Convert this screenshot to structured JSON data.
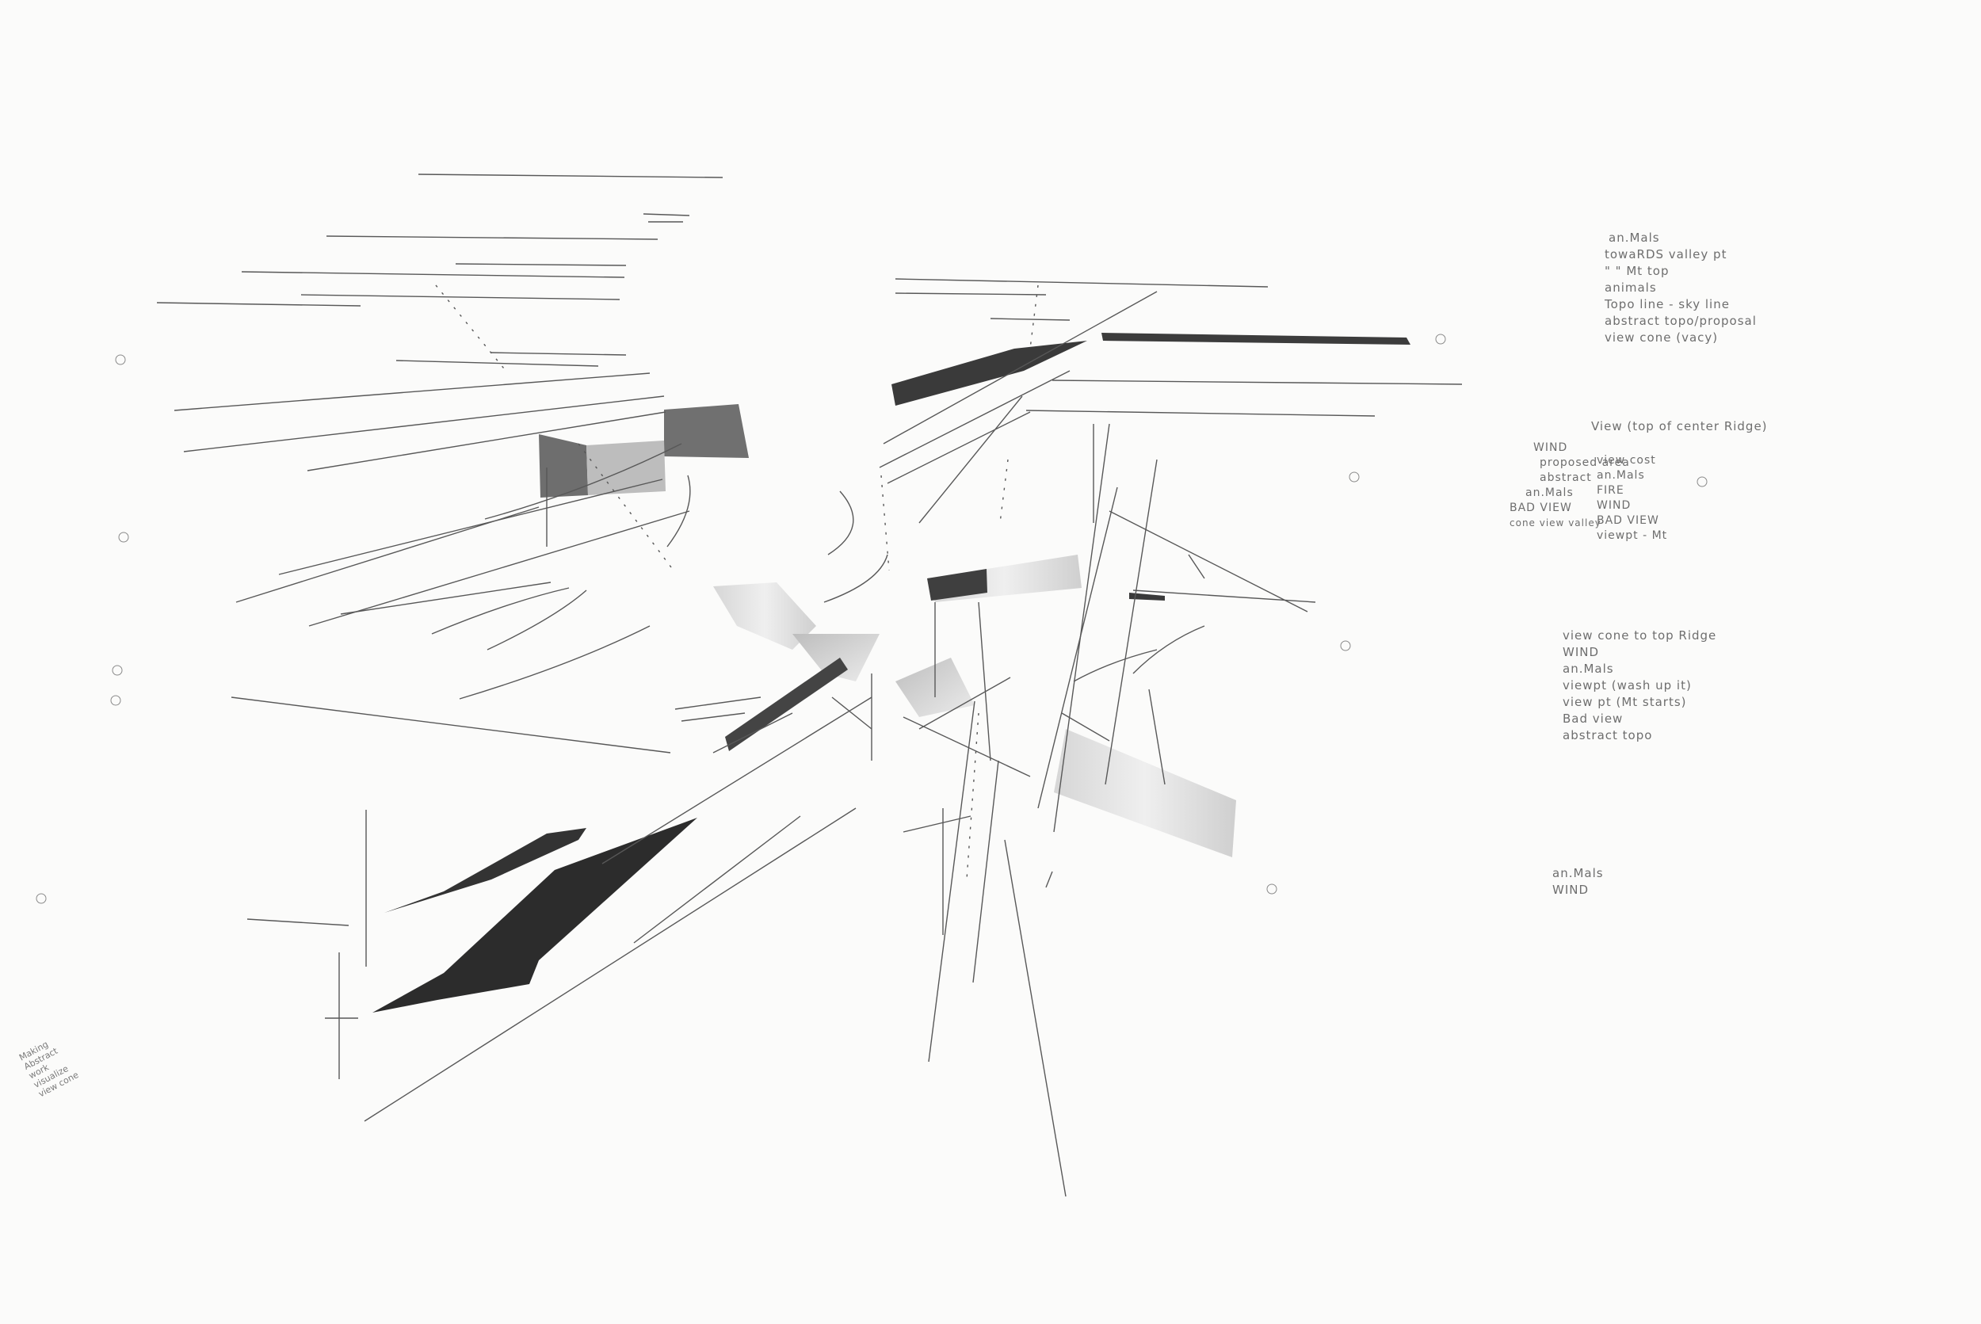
{
  "notes": {
    "group1": {
      "lines": [
        "an.Mals",
        "towaRDS valley pt",
        "\"   \"        Mt top",
        "animals",
        "Topo line - sky line",
        "abstract topo/proposal",
        "view cone (vacy)"
      ]
    },
    "group2": {
      "header": "View (top of center Ridge)",
      "left": [
        "WIND",
        "proposed area",
        "abstract",
        "an.Mals",
        "BAD VIEW",
        "cone view valley"
      ],
      "right": [
        "view cost",
        "an.Mals",
        "FIRE",
        "WIND",
        "BAD VIEW",
        "viewpt - Mt"
      ]
    },
    "group3": {
      "lines": [
        "view cone to top Ridge",
        "WIND",
        "an.Mals",
        "viewpt (wash up it)",
        "view pt (Mt starts)",
        "Bad view",
        "abstract topo"
      ]
    },
    "group4": {
      "lines": [
        "an.Mals",
        "WIND"
      ]
    },
    "margin": [
      "Making",
      "Abstract",
      "work",
      "visualize",
      "view cone"
    ]
  },
  "colors": {
    "paper": "#fbfbfa",
    "graphite_dark": "#2b2b2b",
    "graphite_mid": "#7a7a7a",
    "graphite_light": "#c4c4c4"
  }
}
